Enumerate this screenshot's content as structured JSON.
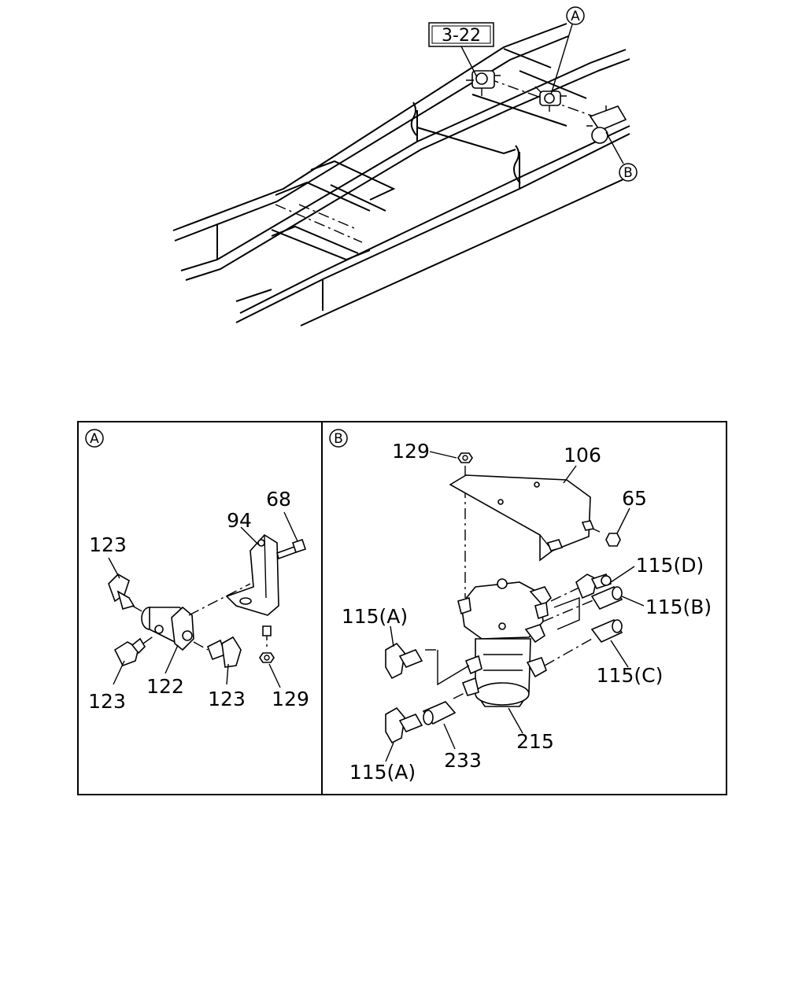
{
  "overview": {
    "reference_box": "3-22",
    "callouts": {
      "a": "A",
      "b": "B"
    }
  },
  "panel_a": {
    "marker": "A",
    "labels": {
      "p68": "68",
      "p94": "94",
      "p123_top": "123",
      "p123_bottom_left": "123",
      "p122": "122",
      "p123_bottom_right": "123",
      "p129": "129"
    }
  },
  "panel_b": {
    "marker": "B",
    "labels": {
      "p129": "129",
      "p106": "106",
      "p65": "65",
      "p115d": "115(D)",
      "p115b": "115(B)",
      "p115a_upper": "115(A)",
      "p115c": "115(C)",
      "p215": "215",
      "p233": "233",
      "p115a_lower": "115(A)"
    }
  }
}
